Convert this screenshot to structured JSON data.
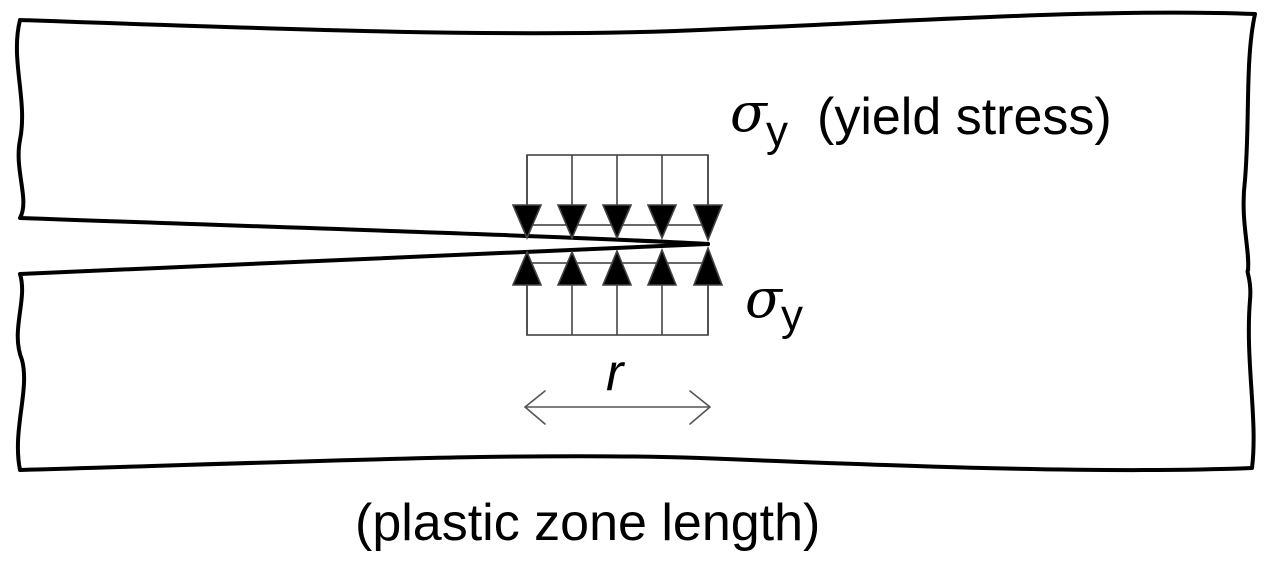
{
  "top_label": {
    "symbol": "σ",
    "subscript": "y",
    "text": "(yield stress)"
  },
  "side_label": {
    "symbol": "σ",
    "subscript": "y"
  },
  "dimension_label": "r",
  "bottom_label": "(plastic zone length)"
}
